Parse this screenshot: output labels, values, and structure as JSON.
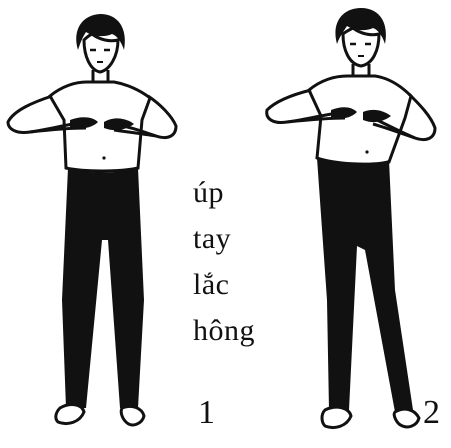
{
  "caption": {
    "lines": [
      "úp",
      "tay",
      "lắc",
      "hông"
    ]
  },
  "figures": [
    {
      "number": "1",
      "description_icon": "standing-person-hands-palms-down-icon"
    },
    {
      "number": "2",
      "description_icon": "standing-person-hip-sway-icon"
    }
  ],
  "colors": {
    "ink": "#111111",
    "background": "#ffffff"
  }
}
